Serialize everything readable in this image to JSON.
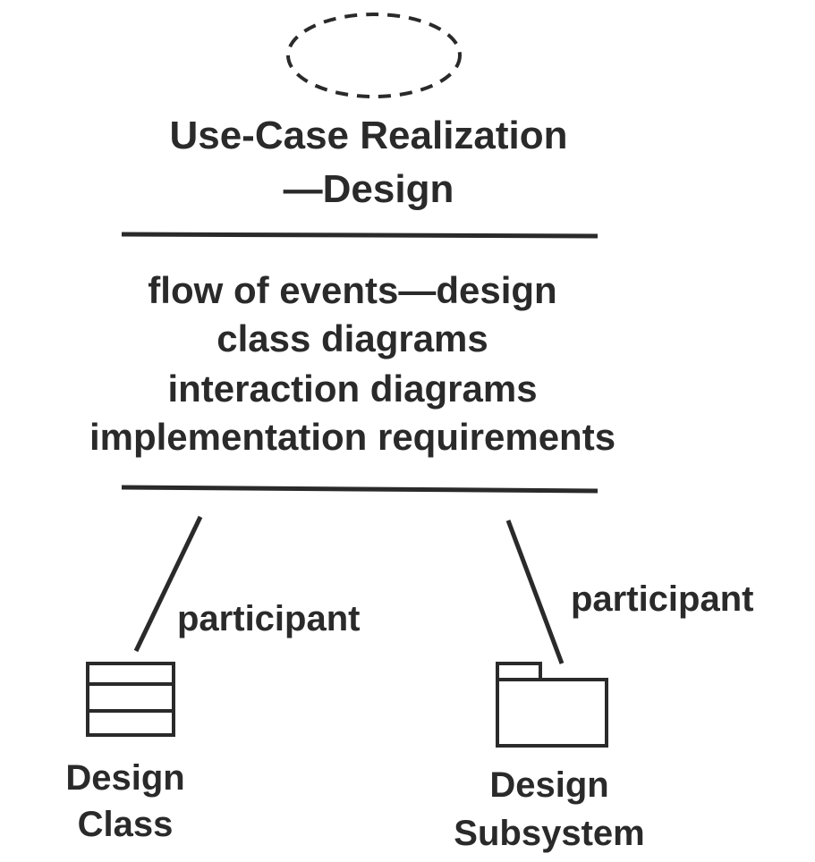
{
  "use_case_realization": {
    "title_line1": "Use-Case Realization",
    "title_line2": "—Design",
    "compartment": [
      "flow of events—design",
      "class diagrams",
      "interaction diagrams",
      "implementation requirements"
    ]
  },
  "associations": {
    "left_label": "participant",
    "right_label": "participant"
  },
  "design_class": {
    "line1": "Design",
    "line2": "Class"
  },
  "design_subsystem": {
    "line1": "Design",
    "line2": "Subsystem"
  },
  "colors": {
    "ink": "#2a2a2a",
    "background": "#ffffff"
  }
}
